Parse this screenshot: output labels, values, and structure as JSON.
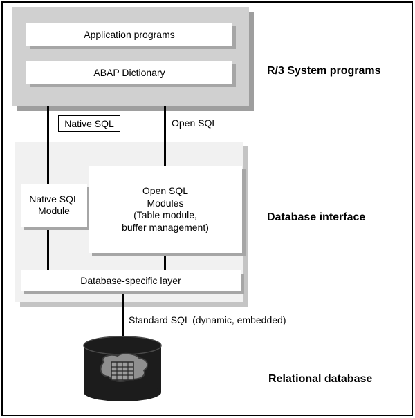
{
  "sections": {
    "r3_system_programs": "R/3 System programs",
    "database_interface": "Database interface",
    "relational_database": "Relational database"
  },
  "boxes": {
    "application_programs": "Application programs",
    "abap_dictionary": "ABAP Dictionary",
    "native_sql_module": "Native SQL\nModule",
    "open_sql_modules": "Open SQL\nModules\n(Table module,\nbuffer management)",
    "database_specific_layer": "Database-specific layer"
  },
  "connections": {
    "native_sql": "Native SQL",
    "open_sql": "Open SQL",
    "standard_sql": "Standard SQL (dynamic, embedded)"
  },
  "icons": {
    "database_cylinder": "database-cylinder-icon",
    "table_grid": "table-grid-icon"
  },
  "colors": {
    "container_top": "#d0d0d0",
    "container_middle": "#f1f1f1",
    "box_fill": "#ffffff",
    "line": "#000000",
    "cylinder": "#1c1c1c",
    "blob": "#8f8f8f"
  }
}
